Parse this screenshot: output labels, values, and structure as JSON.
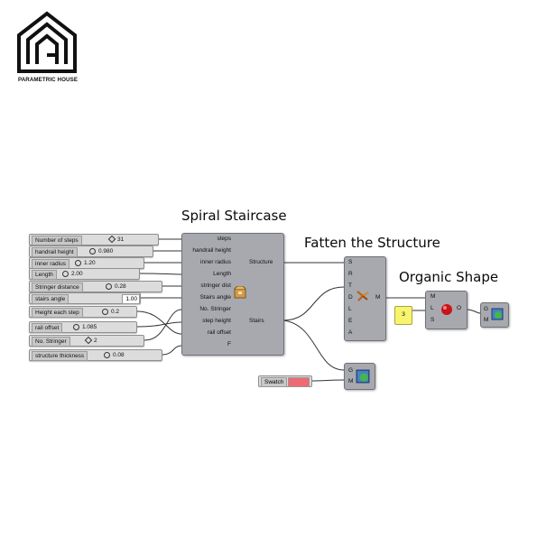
{
  "logo": {
    "text": "PARAMETRIC HOUSE"
  },
  "titles": {
    "spiral": "Spiral Staircase",
    "fatten": "Fatten the Structure",
    "organic": "Organic Shape"
  },
  "sliders": [
    {
      "label": "Number of steps",
      "value": "31",
      "grip": "diamond"
    },
    {
      "label": "handrail height",
      "value": "0.980",
      "grip": "circle"
    },
    {
      "label": "inner radius",
      "value": "1.20",
      "grip": "circle"
    },
    {
      "label": "Length",
      "value": "2.00",
      "grip": "circle"
    },
    {
      "label": "Stringer distance",
      "value": "0.28",
      "grip": "circle"
    },
    {
      "label": "stairs angle",
      "value": "1.00",
      "grip": "box"
    },
    {
      "label": "Height each step",
      "value": "0.2",
      "grip": "circle"
    },
    {
      "label": "rail offset",
      "value": "1.085",
      "grip": "circle"
    },
    {
      "label": "No. Stringer",
      "value": "2",
      "grip": "diamond"
    },
    {
      "label": "structure thickness",
      "value": "0.08",
      "grip": "circle"
    }
  ],
  "spiral_component": {
    "inputs": [
      "steps",
      "handrail height",
      "inner radius",
      "Length",
      "stringer dist",
      "Stairs angle",
      "No. Stringer",
      "step height",
      "rail offset",
      "F"
    ],
    "outputs": [
      "Structure",
      "Stairs"
    ]
  },
  "fatten_component": {
    "inputs": [
      "S",
      "R",
      "T",
      "D",
      "L",
      "E",
      "A"
    ],
    "outputs": [
      "M"
    ]
  },
  "organic_component": {
    "inputs": [
      "M",
      "L",
      "S"
    ],
    "outputs": [
      "O"
    ]
  },
  "number_panel": {
    "value": "3"
  },
  "preview_1": {
    "inputs": [
      "G",
      "M"
    ]
  },
  "preview_2": {
    "inputs": [
      "G",
      "M"
    ]
  },
  "swatch": {
    "label": "Swatch",
    "color": "#ee6b74"
  },
  "colors": {
    "component": "#a7a9ae",
    "wire": "#333333",
    "panel_yellow": "#f7f46e"
  }
}
